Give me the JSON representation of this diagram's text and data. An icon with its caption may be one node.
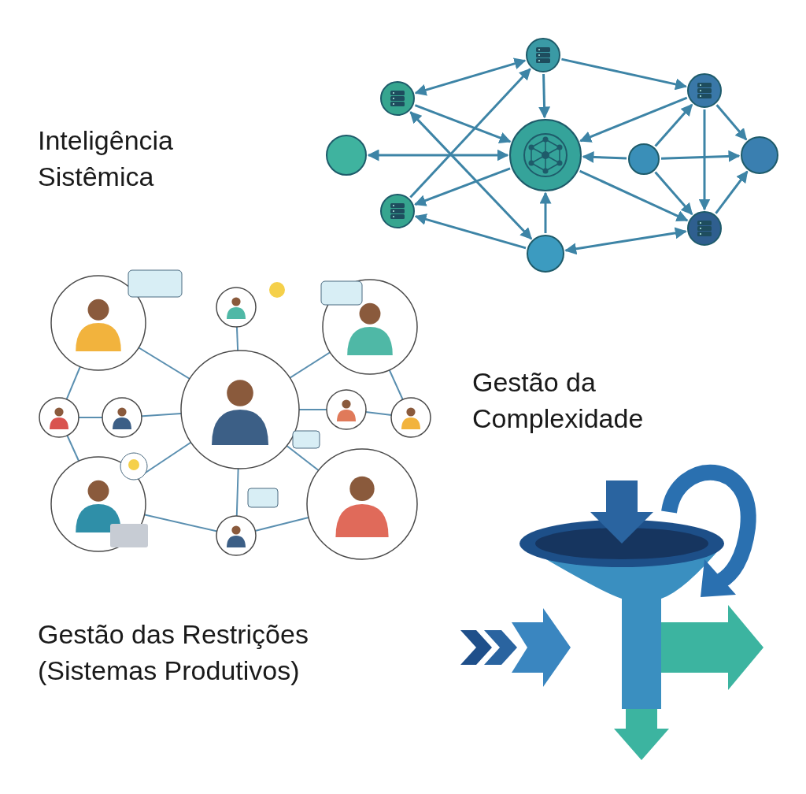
{
  "diagram": {
    "nodes": [
      {
        "text": [],
        "shape": "circle"
      },
      {
        "text": [],
        "shape": "server"
      },
      {
        "text": [],
        "shape": "server"
      },
      {
        "text": [],
        "shape": "server"
      },
      {
        "text": [],
        "shape": "circle"
      },
      {
        "text": [],
        "shape": "hub"
      },
      {
        "text": [],
        "shape": "circle"
      },
      {
        "text": [],
        "shape": "server"
      },
      {
        "text": [],
        "shape": "circle"
      },
      {
        "text": [],
        "shape": "server"
      }
    ],
    "edges": [
      {
        "from": 1,
        "to": 2,
        "arrow": "both"
      },
      {
        "from": 2,
        "to": 3,
        "arrow": "to"
      },
      {
        "from": 2,
        "to": 5,
        "arrow": "to"
      },
      {
        "from": 0,
        "to": 5,
        "arrow": "both"
      },
      {
        "from": 1,
        "to": 5,
        "arrow": "to"
      },
      {
        "from": 7,
        "to": 2,
        "arrow": "to"
      },
      {
        "from": 1,
        "to": 8,
        "arrow": "both"
      },
      {
        "from": 5,
        "to": 7,
        "arrow": "to"
      },
      {
        "from": 8,
        "to": 7,
        "arrow": "to"
      },
      {
        "from": 8,
        "to": 5,
        "arrow": "to"
      },
      {
        "from": 6,
        "to": 5,
        "arrow": "to"
      },
      {
        "from": 3,
        "to": 5,
        "arrow": "to"
      },
      {
        "from": 8,
        "to": 9,
        "arrow": "both"
      },
      {
        "from": 5,
        "to": 9,
        "arrow": "to"
      },
      {
        "from": 6,
        "to": 3,
        "arrow": "to"
      },
      {
        "from": 6,
        "to": 9,
        "arrow": "to"
      },
      {
        "from": 6,
        "to": 4,
        "arrow": "to"
      },
      {
        "from": 3,
        "to": 4,
        "arrow": "to"
      },
      {
        "from": 9,
        "to": 4,
        "arrow": "to"
      },
      {
        "from": 3,
        "to": 9,
        "arrow": "to"
      }
    ],
    "labels": [
      "Inteligência Sistêmica",
      "Gestão da Complexidade",
      "Gestão das Restrições (Sistemas Produtivos)"
    ]
  }
}
